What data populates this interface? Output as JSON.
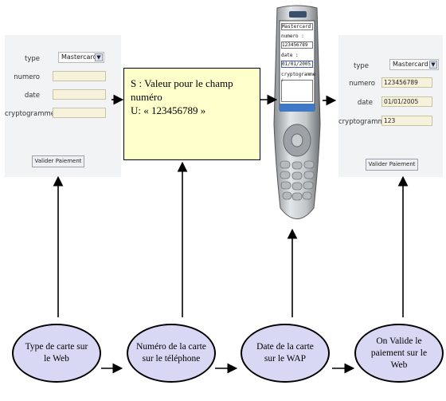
{
  "forms": [
    {
      "type_label": "type",
      "type_value": "Mastercard",
      "numero_label": "numero",
      "numero_value": "",
      "date_label": "date",
      "date_value": "",
      "crypto_label": "cryptogramme",
      "crypto_value": "",
      "button": "Valider Paiement"
    },
    {
      "type_label": "type",
      "type_value": "Mastercard",
      "numero_label": "numero",
      "numero_value": "123456789",
      "date_label": "date",
      "date_value": "01/01/2005",
      "crypto_label": "cryptogramme",
      "crypto_value": "123",
      "button": "Valider Paiement"
    }
  ],
  "note": {
    "line1": "S : Valeur pour le champ numéro",
    "line2": "U: « 123456789 »"
  },
  "phone": {
    "lines": [
      "Mastercard",
      "numero :",
      "123456789",
      "date :",
      "01/01/2005",
      "cryptogramme :"
    ]
  },
  "steps": [
    {
      "text": "Type de carte sur le Web"
    },
    {
      "text": "Numéro de la carte sur le téléphone"
    },
    {
      "text": "Date de la carte sur le WAP"
    },
    {
      "text": "On Valide le paiement sur le Web"
    }
  ]
}
